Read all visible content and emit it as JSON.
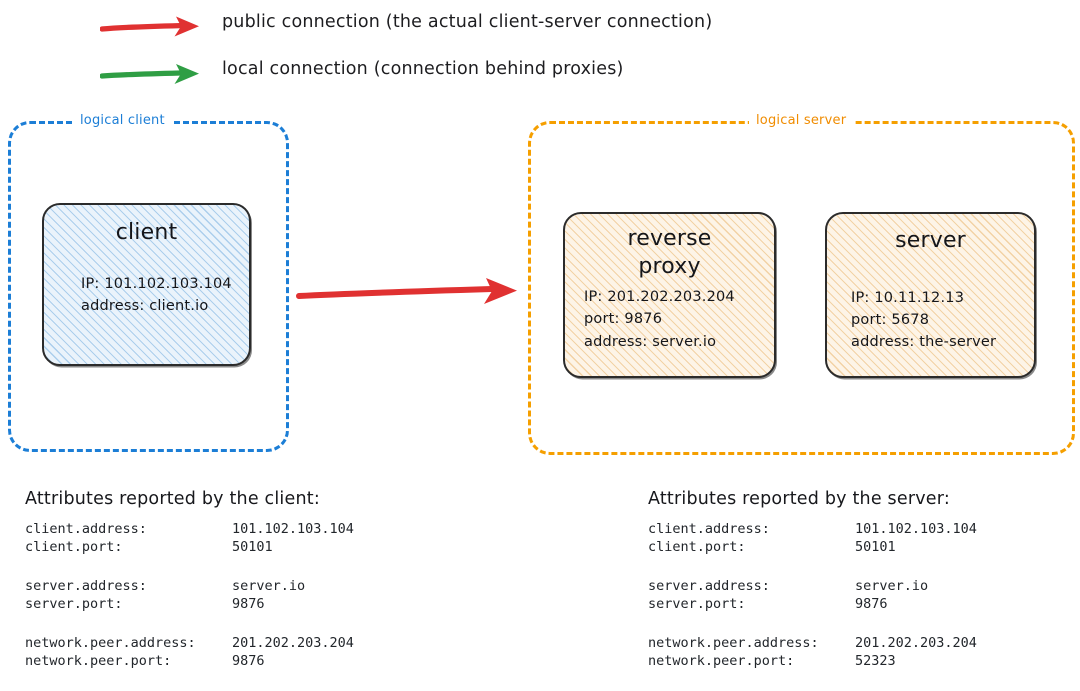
{
  "legend": {
    "items": [
      {
        "id": "public-connection",
        "color": "#e03131",
        "label": "public connection (the actual client-server connection)"
      },
      {
        "id": "local-connection",
        "color": "#2f9e44",
        "label": "local connection (connection behind proxies)"
      }
    ]
  },
  "groups": {
    "client": {
      "title": "logical client",
      "color": "#1c7ed6"
    },
    "server": {
      "title": "logical server",
      "color": "#f08c00"
    }
  },
  "nodes": {
    "client": {
      "title": "client",
      "lines": [
        "IP: 101.102.103.104",
        "address: client.io"
      ]
    },
    "reverse_proxy": {
      "title_line1": "reverse",
      "title_line2": "proxy",
      "lines": [
        "IP: 201.202.203.204",
        "port: 9876",
        "address: server.io"
      ]
    },
    "server": {
      "title": "server",
      "lines": [
        "IP: 10.11.12.13",
        "port: 5678",
        "address: the-server"
      ]
    }
  },
  "main_arrow": {
    "name": "public-connection-arrow",
    "color": "#e03131"
  },
  "attributes": {
    "client_table": {
      "heading": "Attributes reported by the client:",
      "groups": [
        [
          {
            "key": "client.address:",
            "value": "101.102.103.104"
          },
          {
            "key": "client.port:",
            "value": "50101"
          }
        ],
        [
          {
            "key": "server.address:",
            "value": "server.io"
          },
          {
            "key": "server.port:",
            "value": "9876"
          }
        ],
        [
          {
            "key": "network.peer.address:",
            "value": "201.202.203.204"
          },
          {
            "key": "network.peer.port:",
            "value": "9876"
          }
        ]
      ]
    },
    "server_table": {
      "heading": "Attributes reported by the server:",
      "groups": [
        [
          {
            "key": "client.address:",
            "value": "101.102.103.104"
          },
          {
            "key": "client.port:",
            "value": "50101"
          }
        ],
        [
          {
            "key": "server.address:",
            "value": "server.io"
          },
          {
            "key": "server.port:",
            "value": "9876"
          }
        ],
        [
          {
            "key": "network.peer.address:",
            "value": "201.202.203.204"
          },
          {
            "key": "network.peer.port:",
            "value": "52323"
          }
        ]
      ]
    }
  }
}
